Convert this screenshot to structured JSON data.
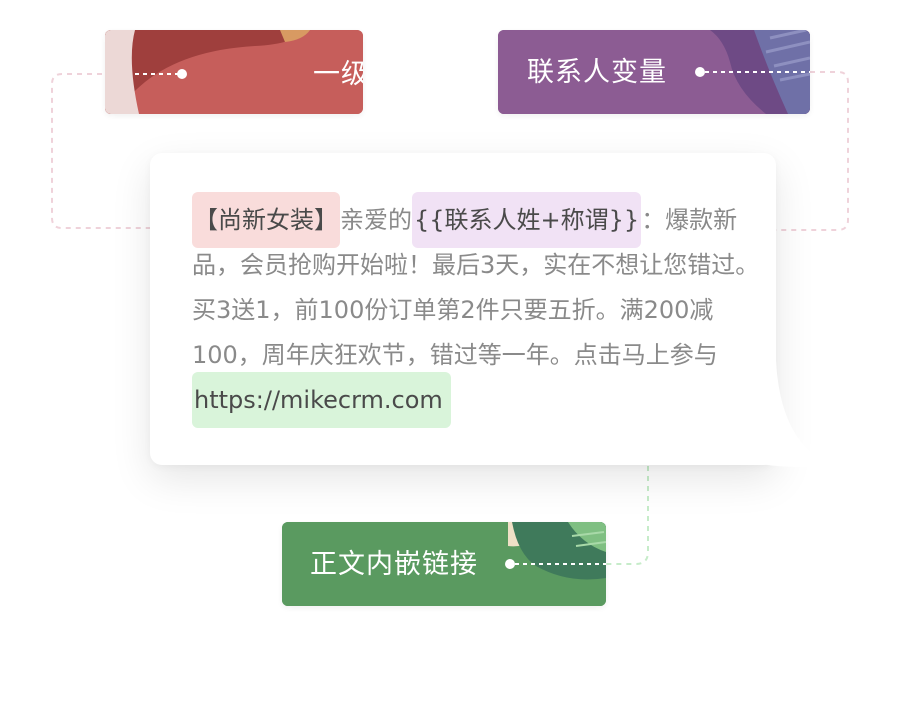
{
  "tags": {
    "signature": {
      "label": "一级签名"
    },
    "variable": {
      "label": "联系人变量"
    },
    "link": {
      "label": "正文内嵌链接"
    }
  },
  "message": {
    "signature": "【尚新女装】",
    "greeting": "亲爱的",
    "variable": "{{联系人姓+称谓}}",
    "body": "：爆款新品，会员抢购开始啦！最后3天，实在不想让您错过。买3送1，前100份订单第2件只要五折。满200减100，周年庆狂欢节，错过等一年。点击马上参与",
    "link": "https://mikecrm.com"
  },
  "colors": {
    "signature_tag": "#c65e5b",
    "variable_tag": "#8c5c93",
    "link_tag": "#5a9a60",
    "signature_highlight": "#f9dcdb",
    "variable_highlight": "#f1e2f5",
    "link_highlight": "#d9f4da",
    "connector_red": "#f0cfd8",
    "connector_green": "#bfe8c4"
  }
}
